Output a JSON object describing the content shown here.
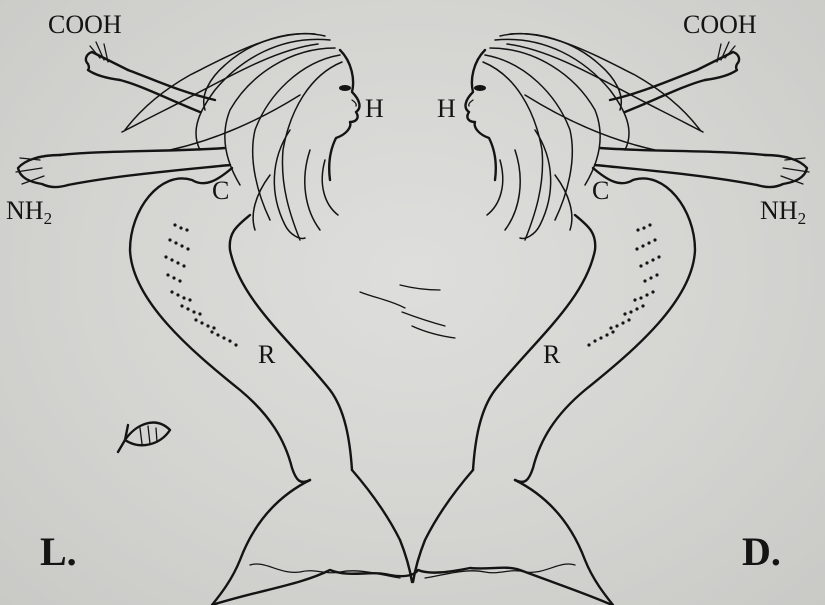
{
  "left": {
    "carboxyl": "COOH",
    "amine_main": "NH",
    "amine_sub": "2",
    "hydrogen": "H",
    "carbon": "C",
    "side_chain": "R",
    "configuration": "L."
  },
  "right": {
    "carboxyl": "COOH",
    "amine_main": "NH",
    "amine_sub": "2",
    "hydrogen": "H",
    "carbon": "C",
    "side_chain": "R",
    "configuration": "D."
  },
  "colors": {
    "ink": "#141414",
    "paper": "#d6d6d4"
  }
}
